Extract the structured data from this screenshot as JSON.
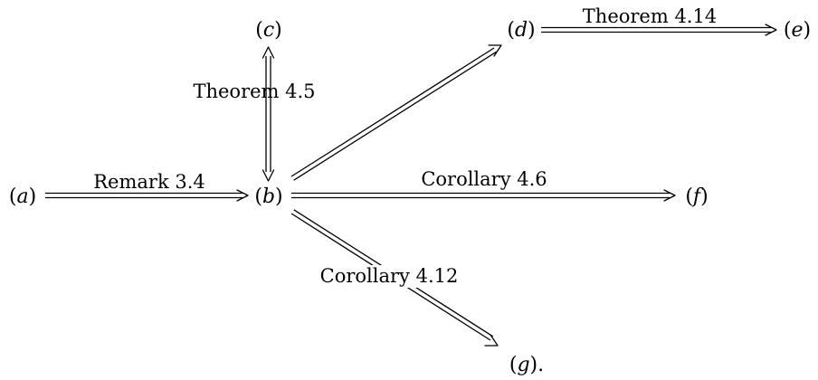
{
  "nodes": {
    "a": {
      "letter": "a",
      "suffix": ""
    },
    "b": {
      "letter": "b",
      "suffix": ""
    },
    "c": {
      "letter": "c",
      "suffix": ""
    },
    "d": {
      "letter": "d",
      "suffix": ""
    },
    "e": {
      "letter": "e",
      "suffix": ""
    },
    "f": {
      "letter": "f",
      "suffix": ""
    },
    "g": {
      "letter": "g",
      "suffix": "."
    }
  },
  "edges": {
    "a_b": {
      "label": "Remark 3.4"
    },
    "b_c": {
      "label": "Theorem 4.5"
    },
    "b_d": {
      "label": ""
    },
    "d_e": {
      "label": "Theorem 4.14"
    },
    "b_f": {
      "label": "Corollary 4.6"
    },
    "b_g": {
      "label": "Corollary 4.12"
    }
  }
}
